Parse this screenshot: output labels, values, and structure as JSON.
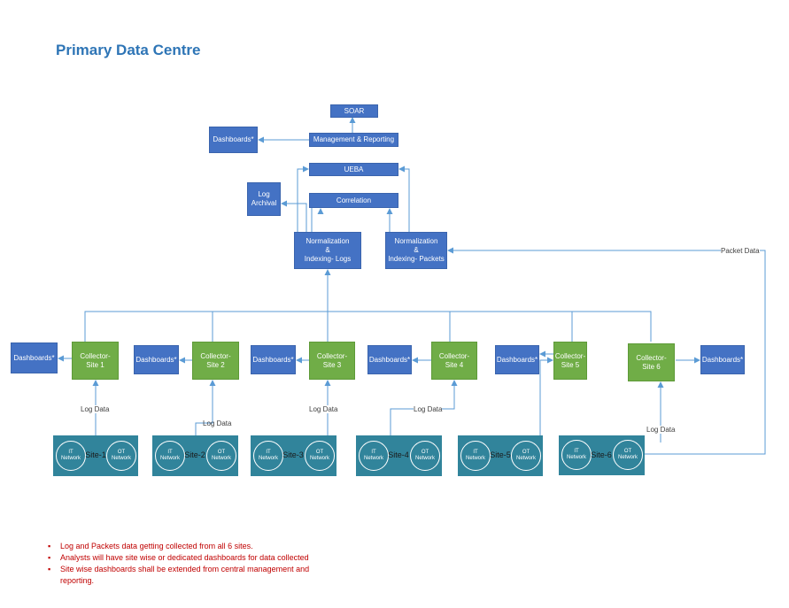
{
  "title": "Primary Data Centre",
  "central": {
    "soar": "SOAR",
    "management": "Management & Reporting",
    "ueba": "UEBA",
    "correlation": "Correlation",
    "log_archival": "Log\nArchival",
    "norm_logs": "Normalization\n&\nIndexing- Logs",
    "norm_packets": "Normalization\n&\nIndexing- Packets",
    "dashboards": "Dashboards*"
  },
  "sites": [
    {
      "collector": "Collector-\nSite 1",
      "dashboards": "Dashboards*",
      "name": "Site-1",
      "it": "IT\nNetwork",
      "ot": "OT\nNetwork"
    },
    {
      "collector": "Collector-\nSite 2",
      "dashboards": "Dashboards*",
      "name": "Site-2",
      "it": "IT\nNetwork",
      "ot": "OT\nNetwork"
    },
    {
      "collector": "Collector-\nSite 3",
      "dashboards": "Dashboards*",
      "name": "Site-3",
      "it": "IT\nNetwork",
      "ot": "OT\nNetwork"
    },
    {
      "collector": "Collector-\nSite 4",
      "dashboards": "Dashboards*",
      "name": "Site-4",
      "it": "IT\nNetwork",
      "ot": "OT\nNetwork"
    },
    {
      "collector": "Collector-\nSite 5",
      "dashboards": "Dashboards*",
      "name": "Site-5",
      "it": "IT\nNetwork",
      "ot": "OT\nNetwork"
    },
    {
      "collector": "Collector-\nSite 6",
      "dashboards": "Dashboards*",
      "name": "Site-6",
      "it": "IT\nNetwork",
      "ot": "OT\nNetwork"
    }
  ],
  "labels": {
    "log_data": "Log Data",
    "packet_data": "Packet Data"
  },
  "notes": [
    "Log and Packets data getting collected from all 6 sites.",
    "Analysts will have site wise or dedicated dashboards for data collected",
    "Site wise dashboards shall be extended from central management and reporting."
  ],
  "colors": {
    "blue_box": "#4472c4",
    "green_box": "#70ad47",
    "site_box": "#31849b",
    "connector": "#5b9bd5",
    "title": "#2e75b6",
    "notes": "#c00000"
  }
}
